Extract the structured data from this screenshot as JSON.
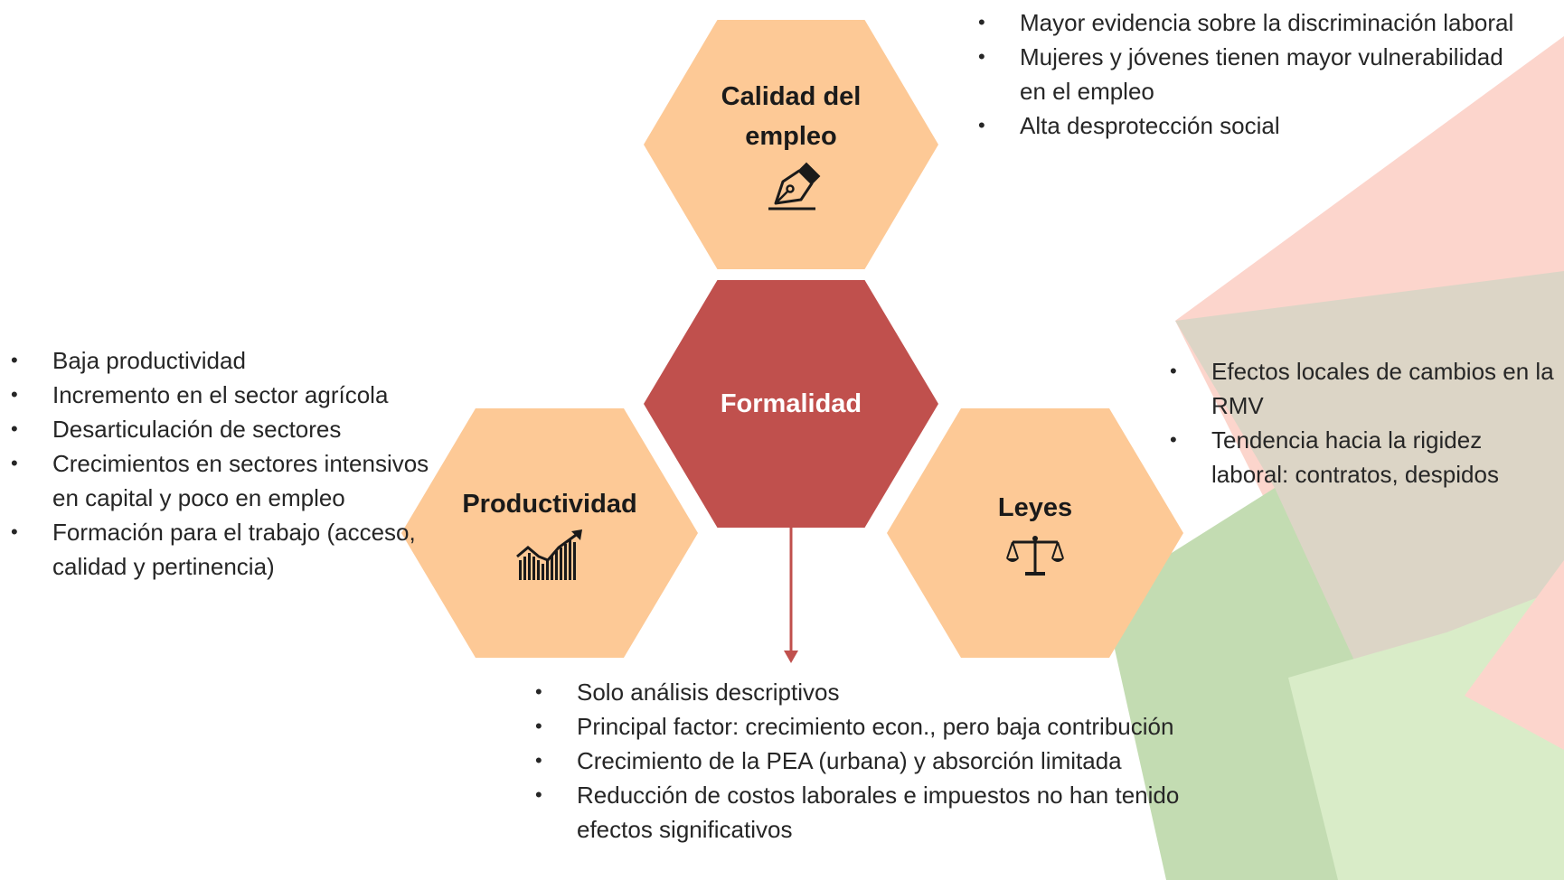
{
  "colors": {
    "hex_fill": "#fdc996",
    "center_fill": "#c0504d",
    "arrow": "#c0504d",
    "bg_pink": "#fcd5cc",
    "bg_green": "#c3dcb2",
    "bg_taupe": "#dcd5c6",
    "bg_light_green": "#d9ecc8"
  },
  "hexagons": {
    "calidad": {
      "title": "Calidad del empleo",
      "icon": "pen-nib-icon"
    },
    "formalidad": {
      "title": "Formalidad"
    },
    "productividad": {
      "title": "Productividad",
      "icon": "growth-chart-icon"
    },
    "leyes": {
      "title": "Leyes",
      "icon": "balance-scale-icon"
    }
  },
  "bullets": {
    "calidad": [
      "Mayor evidencia sobre la discriminación laboral",
      "Mujeres y jóvenes tienen mayor vulnerabilidad en el empleo",
      "Alta desprotección social"
    ],
    "productividad": [
      "Baja productividad",
      "Incremento en el sector agrícola",
      "Desarticulación de sectores",
      "Crecimientos en sectores intensivos en capital y poco en empleo",
      "Formación para el trabajo (acceso, calidad y pertinencia)"
    ],
    "leyes": [
      "Efectos locales de cambios en la RMV",
      "Tendencia hacia la rigidez laboral: contratos, despidos"
    ],
    "formalidad": [
      "Solo análisis descriptivos",
      "Principal factor: crecimiento econ., pero baja contribución",
      "Crecimiento de la PEA (urbana) y absorción limitada",
      "Reducción de costos laborales e impuestos no han tenido efectos significativos"
    ]
  }
}
